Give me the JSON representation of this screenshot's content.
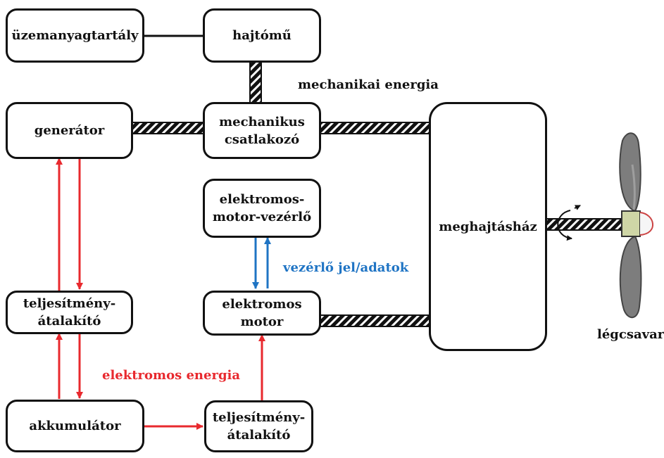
{
  "colors": {
    "electric": "#e8292e",
    "control": "#1f74c4",
    "mechanical": "#111111",
    "propeller": "#7d7d7d",
    "hub": "#cfd6a6"
  },
  "boxes": {
    "fuel_tank": "üzemanyagtartály",
    "engine": "hajtómű",
    "generator": "generátor",
    "mech_coupler": "mechanikus\ncsatlakozó",
    "motor_controller": "elektromos-\nmotor-vezérlő",
    "gearbox": "meghajtásház",
    "power_converter_left": "teljesítmény-\nátalakító",
    "electric_motor": "elektromos\nmotor",
    "battery": "akkumulátor",
    "power_converter_bottom": "teljesítmény-\nátalakító"
  },
  "labels": {
    "mechanical_energy": "mechanikai energia",
    "control_signal": "vezérlő jel/adatok",
    "electric_energy": "elektromos energia",
    "propeller": "légcsavar"
  },
  "icons": {
    "rotation": "rotation-arrow-icon",
    "propeller": "propeller-icon"
  }
}
